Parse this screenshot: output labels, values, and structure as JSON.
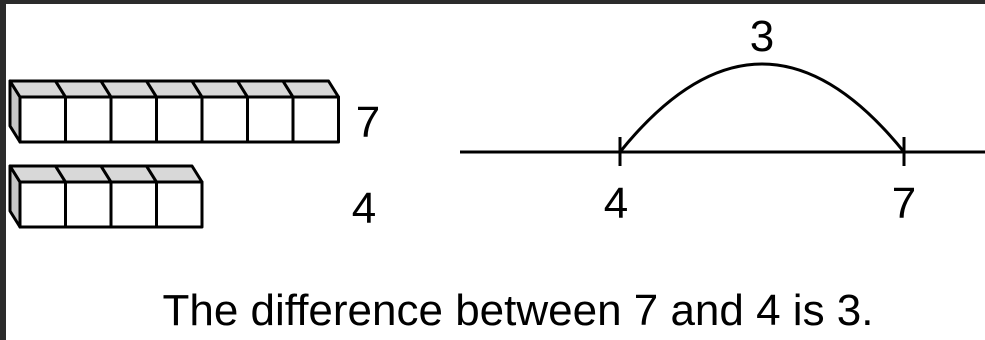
{
  "cube_train_top": {
    "count": 7,
    "label": "7"
  },
  "cube_train_bottom": {
    "count": 4,
    "label": "4"
  },
  "number_line": {
    "start_label": "4",
    "end_label": "7",
    "jump_label": "3"
  },
  "caption": "The difference between 7 and 4 is 3.",
  "colors": {
    "frame": "#2b2b2b",
    "background": "#ffffff",
    "cube_top_face": "#d8d8d8",
    "cube_side": "#c6c6c6",
    "ink": "#000000"
  }
}
